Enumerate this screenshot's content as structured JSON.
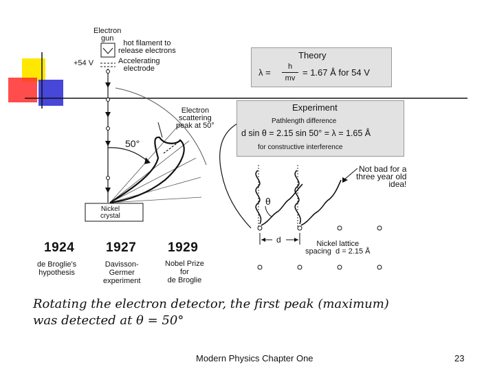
{
  "gun": {
    "title": "Electron\ngun",
    "filament": "hot filament to\nrelease electrons",
    "voltage": "+54 V",
    "electrode": "Accelerating\nelectrode"
  },
  "scatter": {
    "label": "Electron\nscattering\npeak at 50°",
    "angle": "50°",
    "crystal": "Nickel\ncrystal"
  },
  "theory": {
    "title": "Theory",
    "lambda": "λ =",
    "num": "h",
    "den": "mv",
    "result": "= 1.67 Å for 54 V"
  },
  "experiment": {
    "title": "Experiment",
    "subtitle": "Pathlength difference",
    "formula": "d sin θ = 2.15 sin 50° = λ = 1.65 Å",
    "note": "for constructive interference"
  },
  "remark": "Not bad for a\nthree year old\nidea!",
  "lattice": {
    "theta": "θ",
    "d": "d",
    "spacing": "Nickel lattice\nspacing  d = 2.15 Å"
  },
  "timeline": [
    {
      "year": "1924",
      "label": "de Broglie's\nhypothesis"
    },
    {
      "year": "1927",
      "label": "Davisson-\nGermer\nexperiment"
    },
    {
      "year": "1929",
      "label": "Nobel Prize\nfor\nde Broglie"
    }
  ],
  "caption": {
    "line1": "Rotating the electron detector, the first peak (maximum)",
    "line2": "was detected at  θ = 50°"
  },
  "footer": {
    "title": "Modern Physics Chapter One",
    "page": "23"
  },
  "colors": {
    "yellow": "#ffe800",
    "red": "#ff2e2e",
    "blue": "#3333d6",
    "box": "#e2e2e2"
  }
}
